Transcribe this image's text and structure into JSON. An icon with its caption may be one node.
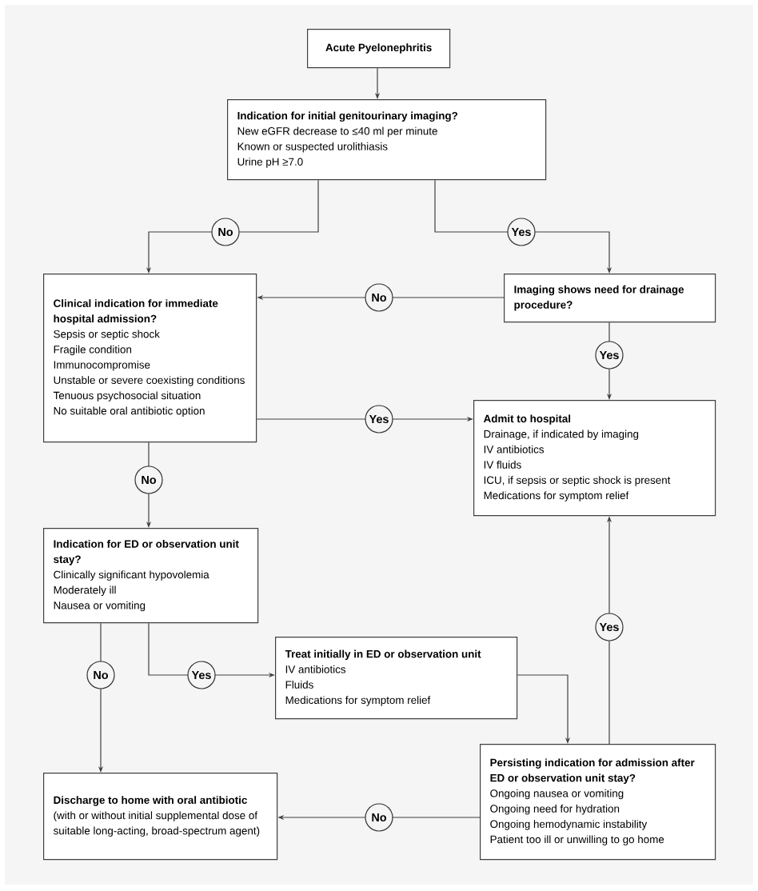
{
  "diagram": {
    "nodes": [
      {
        "text": [
          "Acute Pyelonephritis"
        ]
      },
      {
        "text": [
          "Indication for initial genitourinary imaging?",
          "New eGFR decrease to ≤40 ml per minute",
          "Known or suspected urolithiasis",
          "Urine pH ≥7.0"
        ]
      },
      {
        "text": [
          "Clinical indication for immediate hospital admission?",
          "Sepsis or septic shock",
          "Fragile condition",
          "Immunocompromise",
          "Unstable or severe coexisting conditions",
          "Tenuous psychosocial situation",
          "No suitable oral antibiotic option"
        ]
      },
      {
        "text": [
          "Imaging shows need for drainage procedure?"
        ]
      },
      {
        "text": [
          "Admit to hospital",
          "Drainage, if indicated by imaging",
          "IV antibiotics",
          "IV fluids",
          "ICU, if sepsis or septic shock is present",
          "Medications for symptom relief"
        ]
      },
      {
        "text": [
          "Indication for ED or observation unit stay?",
          "Clinically significant hypovolemia",
          "Moderately ill",
          "Nausea or vomiting"
        ]
      },
      {
        "text": [
          "Treat initially in ED or observation unit",
          "IV antibiotics",
          "Fluids",
          "Medications for symptom relief"
        ]
      },
      {
        "text": [
          "Persisting indication for admission after ED or observation unit stay?",
          "Ongoing nausea or vomiting",
          "Ongoing need for hydration",
          "Ongoing hemodynamic instability",
          "Patient too ill or unwilling to go home"
        ]
      },
      {
        "text": [
          "Discharge to home with oral antibiotic",
          "(with or without initial supplemental dose of suitable long-acting, broad-spectrum agent)"
        ]
      }
    ],
    "edges": [
      {
        "from": 0,
        "to": 1,
        "arrow": "to"
      },
      {
        "from": 1,
        "to": 2,
        "arrow": "to",
        "label": "No"
      },
      {
        "from": 1,
        "to": 3,
        "arrow": "to",
        "label": "Yes"
      },
      {
        "from": 3,
        "to": 2,
        "arrow": "to",
        "label": "No"
      },
      {
        "from": 3,
        "to": 4,
        "arrow": "to",
        "label": "Yes"
      },
      {
        "from": 2,
        "to": 4,
        "arrow": "to",
        "label": "Yes"
      },
      {
        "from": 2,
        "to": 5,
        "arrow": "to",
        "label": "No"
      },
      {
        "from": 5,
        "to": 8,
        "arrow": "to",
        "label": "No"
      },
      {
        "from": 5,
        "to": 6,
        "arrow": "to",
        "label": "Yes"
      },
      {
        "from": 6,
        "to": 7,
        "arrow": "to"
      },
      {
        "from": 7,
        "to": 4,
        "arrow": "to",
        "label": "Yes"
      },
      {
        "from": 7,
        "to": 8,
        "arrow": "to",
        "label": "No"
      }
    ]
  }
}
